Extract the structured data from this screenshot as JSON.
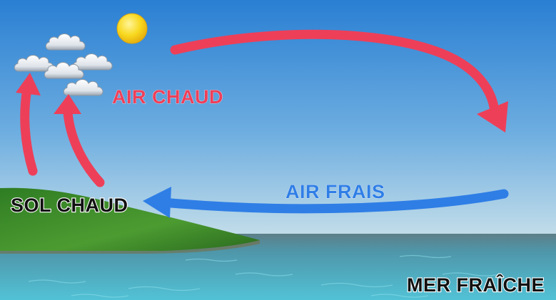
{
  "labels": {
    "warm_air": "AIR CHAUD",
    "cool_air": "AIR FRAIS",
    "warm_ground": "SOL CHAUD",
    "cool_sea": "MER FRAÎCHE"
  },
  "colors": {
    "warm_arrow": "#ee3f59",
    "cool_arrow": "#2f7ee6",
    "warm_text": "#ee3f59",
    "cool_text": "#2f7ee6",
    "dark_text": "#111111",
    "sky_top": "#2a7fd3",
    "sky_bottom": "#c2dde9",
    "grass": "#3b8d2a",
    "sea": "#4aa7bf",
    "sun": "#f6d21a"
  },
  "icons": {
    "sun": "sun-icon",
    "cloud": "cloud-icon"
  }
}
